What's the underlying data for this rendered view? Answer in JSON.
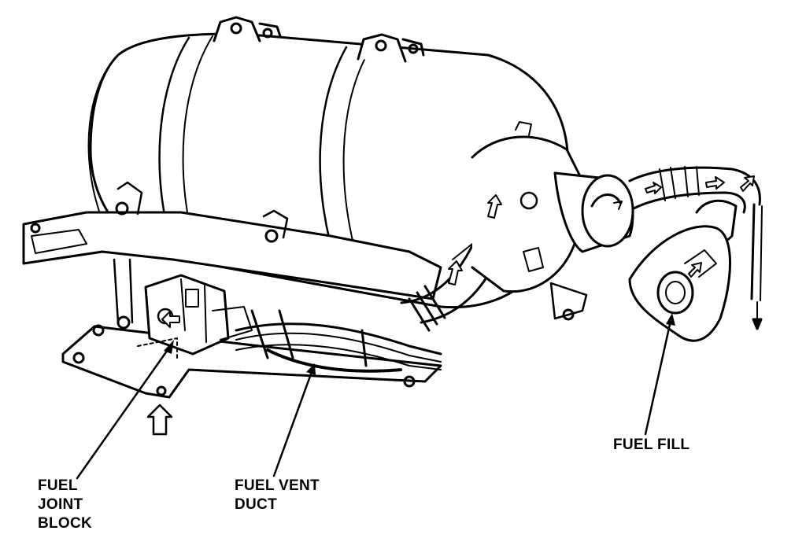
{
  "labels": {
    "fuel_joint_block": [
      "FUEL",
      "JOINT",
      "BLOCK"
    ],
    "fuel_vent_duct": [
      "FUEL VENT",
      "DUCT"
    ],
    "fuel_fill": "FUEL FILL"
  },
  "colors": {
    "ink": "#000000",
    "paper": "#ffffff"
  }
}
